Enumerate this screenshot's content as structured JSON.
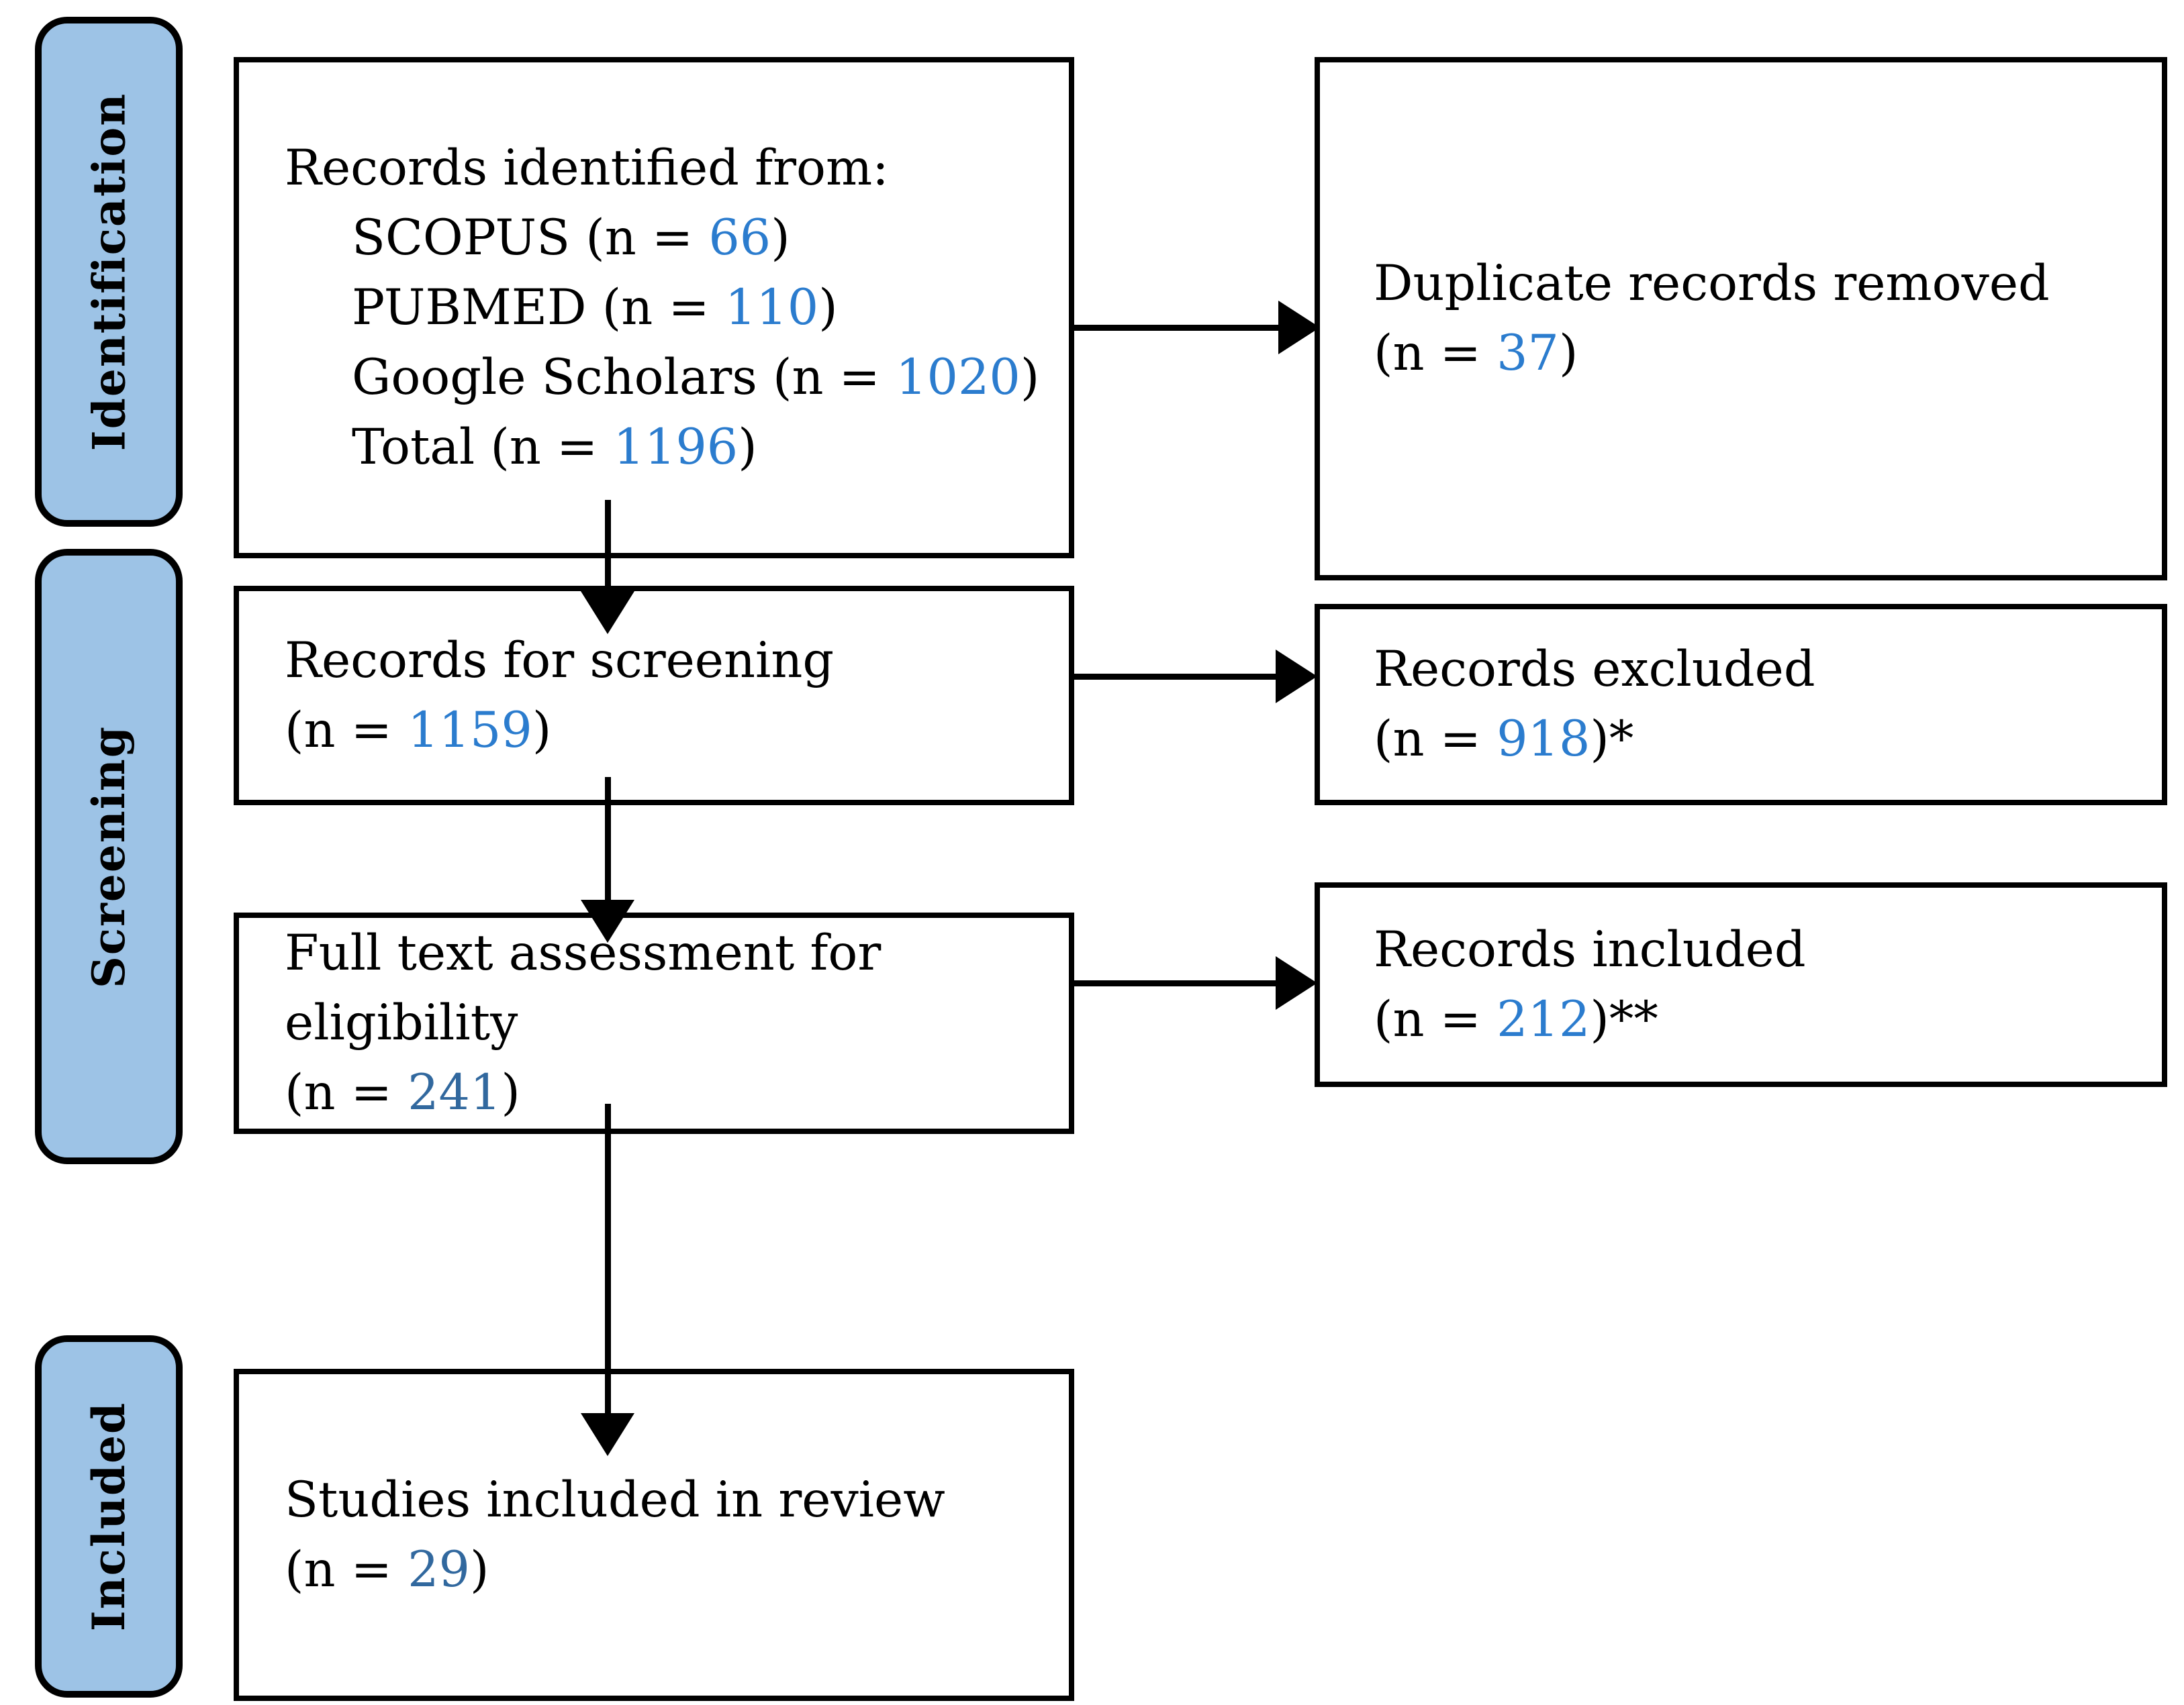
{
  "colors": {
    "label_fill": "#9DC3E6",
    "line_black": "#000000",
    "count_bright_blue": "#2B7CCE",
    "count_dark_blue": "#31689E"
  },
  "sidebar": {
    "identification": "Identification",
    "screening": "Screening",
    "included": "Included"
  },
  "boxes": {
    "identified": {
      "title": "Records identified from:",
      "items": [
        {
          "prefix": "SCOPUS (n = ",
          "value": "66",
          "suffix": ")",
          "tone": "bright"
        },
        {
          "prefix": "PUBMED (n = ",
          "value": "110",
          "suffix": ")",
          "tone": "bright"
        },
        {
          "prefix": "Google Scholars (n = ",
          "value": "1020",
          "suffix": ")",
          "tone": "bright"
        },
        {
          "prefix": "Total (n = ",
          "value": "1196",
          "suffix": ")",
          "tone": "bright"
        }
      ]
    },
    "duplicates_removed": {
      "line1": "Duplicate records removed",
      "prefix": "(n = ",
      "value": "37",
      "suffix": ")",
      "tone": "bright"
    },
    "screening": {
      "line1": "Records for screening",
      "prefix": "(n = ",
      "value": "1159",
      "suffix": ")",
      "tone": "bright"
    },
    "excluded": {
      "line1": "Records excluded",
      "prefix": "(n = ",
      "value": "918",
      "suffix": ")*",
      "tone": "bright"
    },
    "fulltext": {
      "line1": "Full text assessment for eligibility",
      "prefix": "(n = ",
      "value": "241",
      "suffix": ")",
      "tone": "dark"
    },
    "records_included": {
      "line1": "Records included",
      "prefix": "(n = ",
      "value": "212",
      "suffix": ")**",
      "tone": "bright"
    },
    "studies_included": {
      "line1": "Studies included in review",
      "prefix": "(n = ",
      "value": "29",
      "suffix": ")",
      "tone": "dark"
    }
  }
}
